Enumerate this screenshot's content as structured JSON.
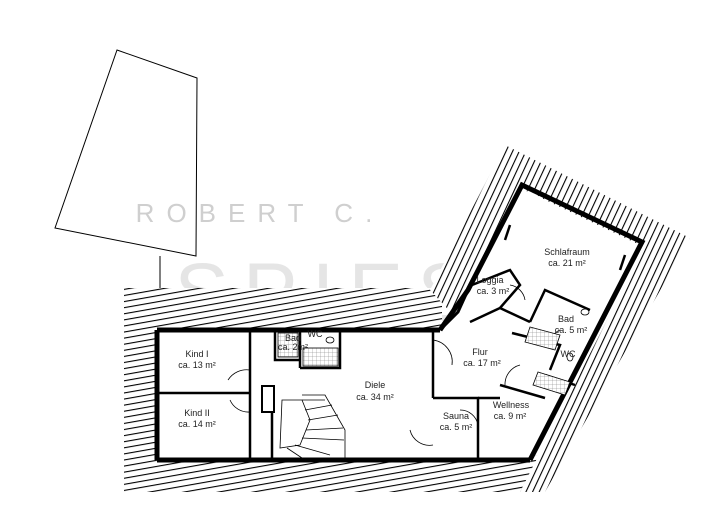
{
  "watermark": {
    "line1": "ROBERT C.",
    "line2": "SPIES"
  },
  "rooms": [
    {
      "id": "schlafraum",
      "name": "Schlafraum",
      "area": "ca. 21 m²"
    },
    {
      "id": "loggia",
      "name": "Loggia",
      "area": "ca. 3 m²"
    },
    {
      "id": "bad-right",
      "name": "Bad",
      "area": "ca. 5 m²"
    },
    {
      "id": "wc-right",
      "name": "WC",
      "area": ""
    },
    {
      "id": "flur",
      "name": "Flur",
      "area": "ca. 17 m²"
    },
    {
      "id": "wellness",
      "name": "Wellness",
      "area": "ca. 9 m²"
    },
    {
      "id": "sauna",
      "name": "Sauna",
      "area": "ca. 5 m²"
    },
    {
      "id": "diele",
      "name": "Diele",
      "area": "ca. 34 m²"
    },
    {
      "id": "bad-left",
      "name": "Bad",
      "area": "ca. 2m²"
    },
    {
      "id": "wc-left",
      "name": "WC",
      "area": ""
    },
    {
      "id": "kind1",
      "name": "Kind I",
      "area": "ca. 13 m²"
    },
    {
      "id": "kind2",
      "name": "Kind II",
      "area": "ca. 14 m²"
    }
  ]
}
